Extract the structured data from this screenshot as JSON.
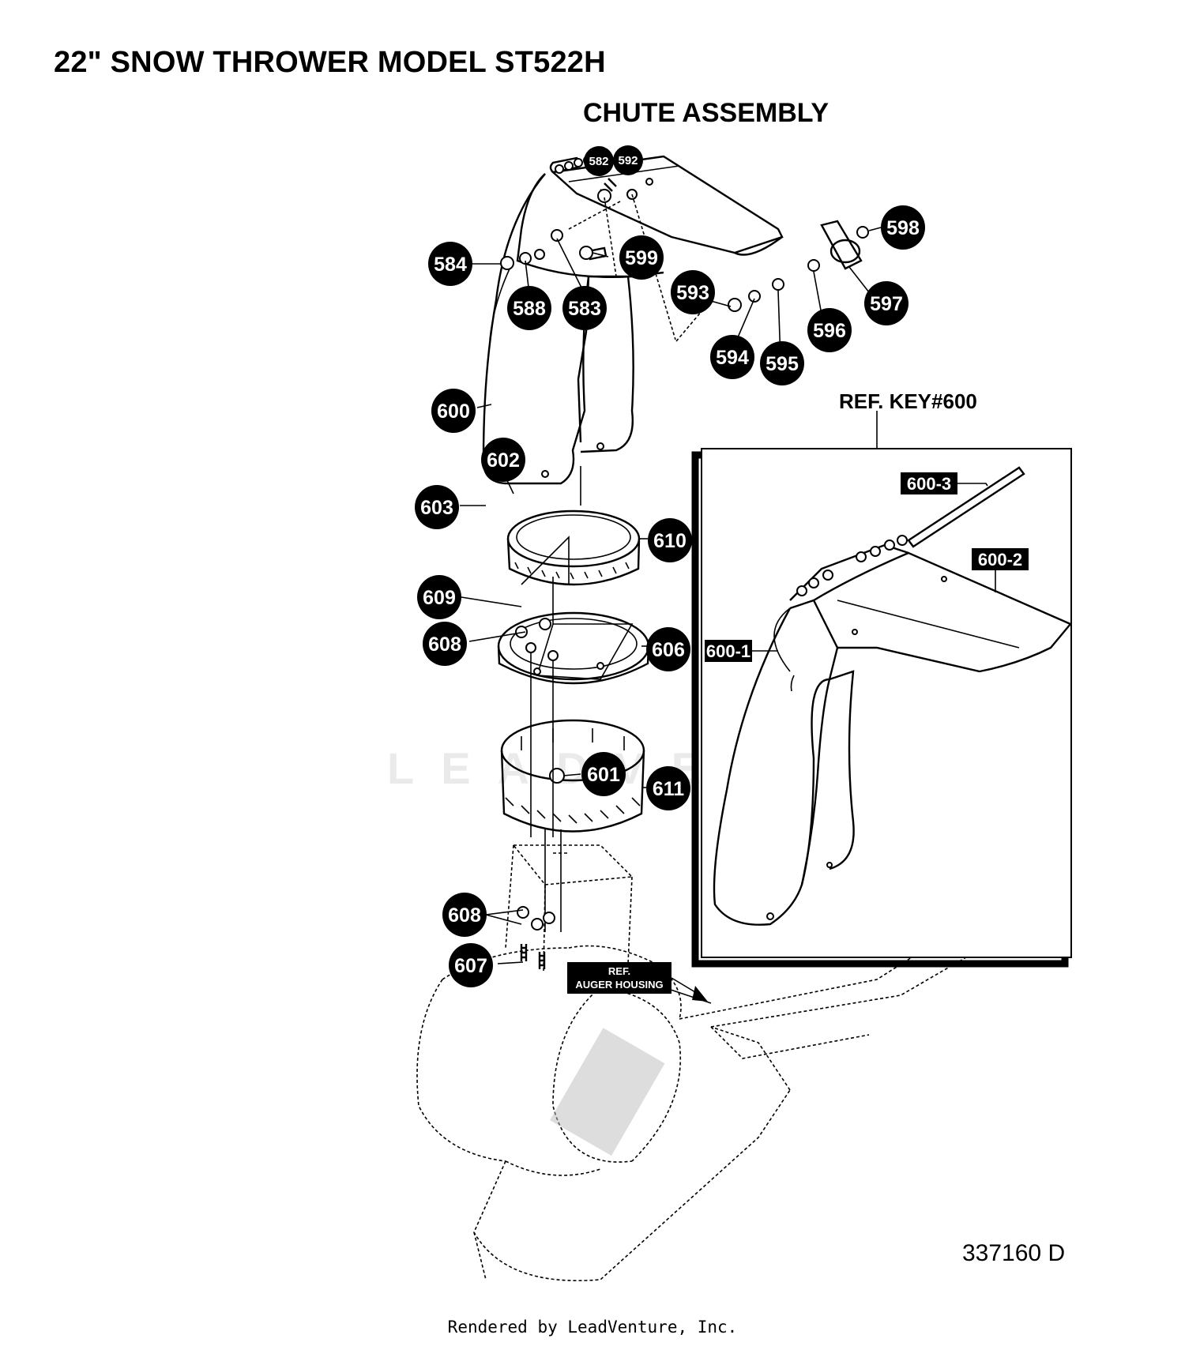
{
  "header": {
    "title": "22\" SNOW THROWER MODEL ST522H",
    "subtitle": "CHUTE ASSEMBLY"
  },
  "inset": {
    "label": "REF. KEY#600",
    "tags": [
      "600-1",
      "600-2",
      "600-3"
    ]
  },
  "callouts": [
    "582",
    "592",
    "584",
    "588",
    "583",
    "599",
    "593",
    "594",
    "595",
    "596",
    "597",
    "598",
    "600",
    "602",
    "603",
    "610",
    "609",
    "608",
    "606",
    "601",
    "611",
    "607"
  ],
  "callout_608_second": "608",
  "ref_label": {
    "line1": "REF.",
    "line2": "AUGER HOUSING"
  },
  "doc_number": "337160 D",
  "watermark": "LEADVENTURE",
  "footer": "Rendered by LeadVenture, Inc."
}
